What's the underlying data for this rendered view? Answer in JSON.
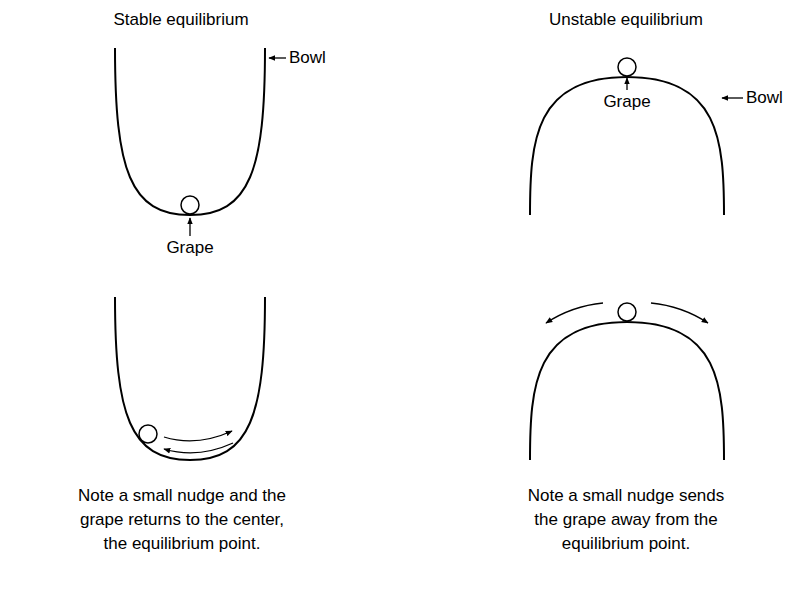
{
  "diagram": {
    "labels": [
      "Stable equilibrium",
      "Unstable equilibrium",
      "Bowl",
      "Grape",
      "Bowl",
      "Grape",
      "Note a small nudge and the grape returns to the center, the equilibrium point.",
      "Note a small nudge sends the grape away from the equilibrium point."
    ]
  }
}
